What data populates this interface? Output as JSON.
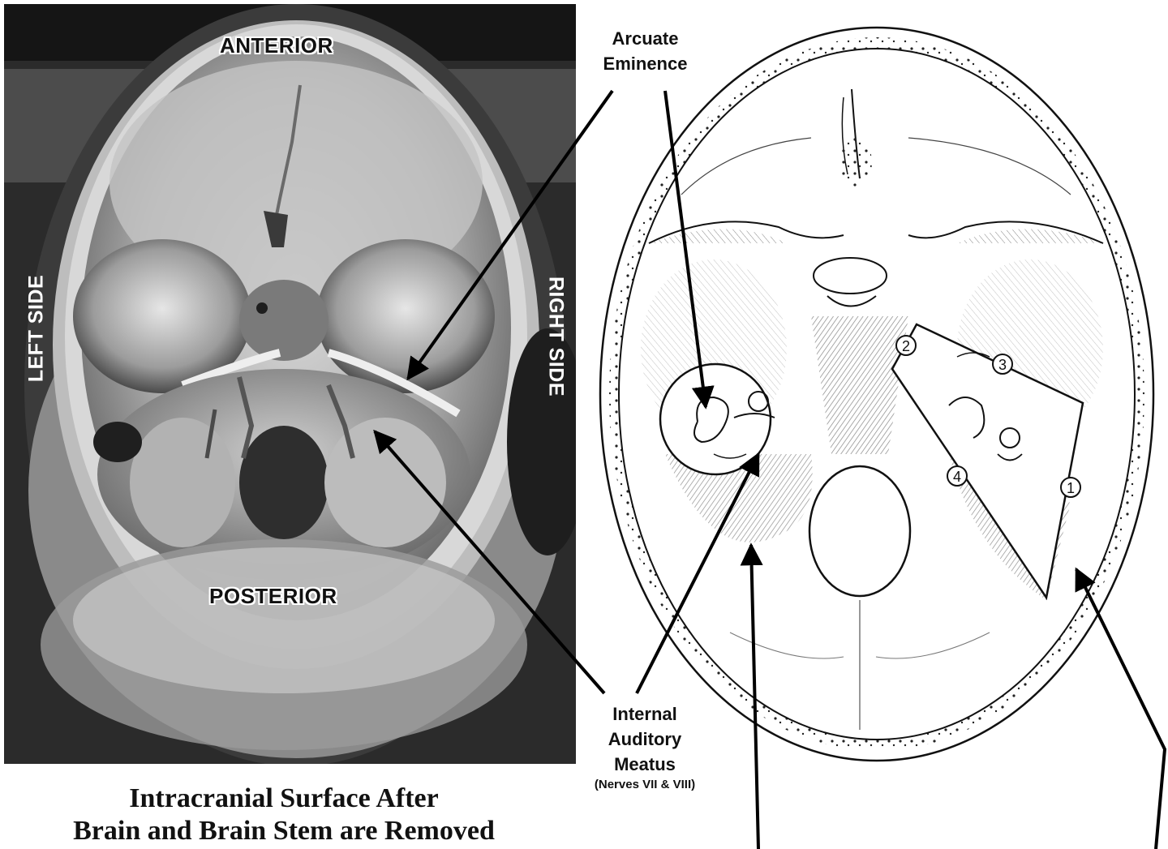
{
  "photo_labels": {
    "anterior": "ANTERIOR",
    "posterior": "POSTERIOR",
    "left_side": "LEFT SIDE",
    "right_side": "RIGHT SIDE"
  },
  "caption": {
    "line1": "Intracranial Surface After",
    "line2": "Brain and Brain Stem are Removed"
  },
  "callouts": {
    "arcuate_line1": "Arcuate",
    "arcuate_line2": "Eminence",
    "iam_line1": "Internal",
    "iam_line2": "Auditory",
    "iam_line3": "Meatus",
    "iam_note": "(Nerves VII & VIII)"
  },
  "markers": [
    "1",
    "2",
    "3",
    "4"
  ]
}
